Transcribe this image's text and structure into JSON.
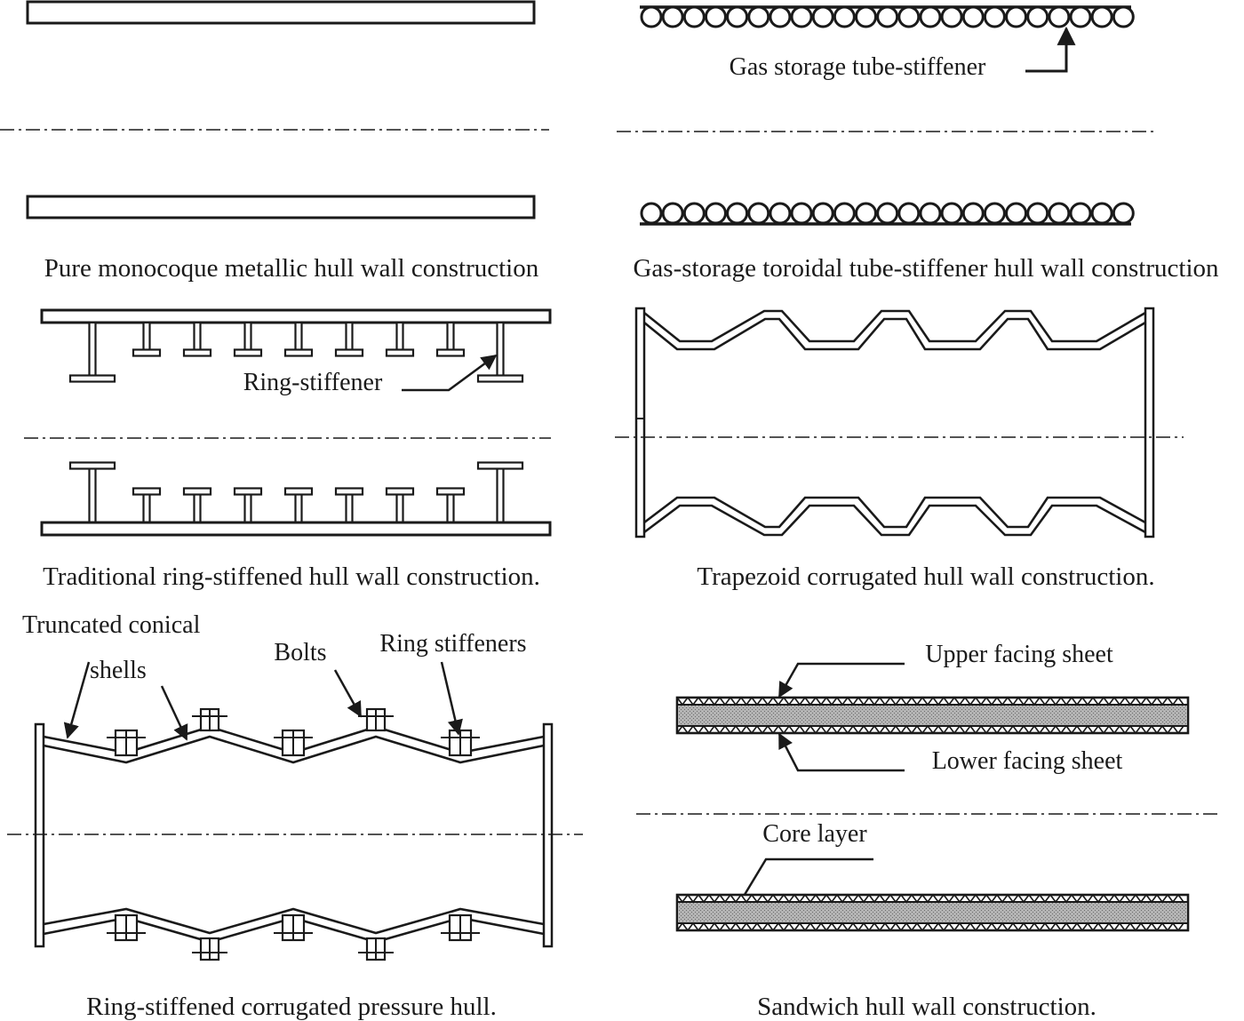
{
  "panels": {
    "monocoque": {
      "caption": "Pure monocoque metallic hull wall construction"
    },
    "toroidal": {
      "caption": "Gas-storage toroidal tube-stiffener hull wall construction",
      "label": "Gas storage tube-stiffener"
    },
    "ring_stiffened": {
      "caption": "Traditional ring-stiffened hull wall construction.",
      "label": "Ring-stiffener"
    },
    "trapezoid": {
      "caption": "Trapezoid corrugated hull wall construction."
    },
    "corrugated_pressure": {
      "caption": "Ring-stiffened corrugated pressure hull.",
      "label_cone_1": "Truncated conical",
      "label_cone_2": "shells",
      "label_bolts": "Bolts",
      "label_rings": "Ring stiffeners"
    },
    "sandwich": {
      "caption": "Sandwich hull wall construction.",
      "label_upper": "Upper facing sheet",
      "label_lower": "Lower facing sheet",
      "label_core": "Core layer"
    }
  },
  "colors": {
    "ink": "#1a1a1a",
    "core_fill": "#a8a8a8",
    "background": "#ffffff"
  }
}
